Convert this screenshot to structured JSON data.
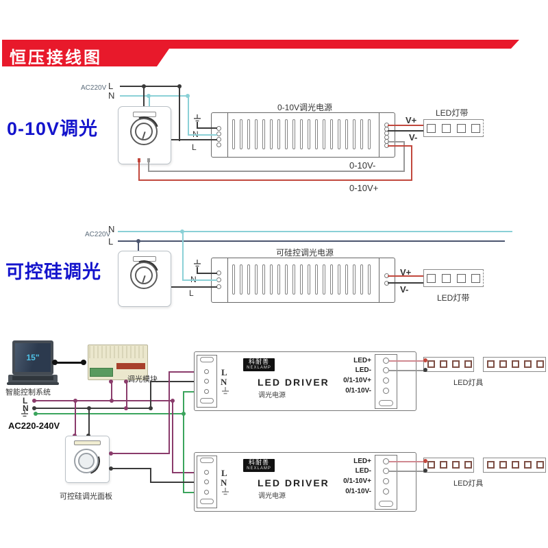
{
  "banner": {
    "title": "恒压接线图",
    "color": "#e8192b"
  },
  "section1": {
    "label": "0-10V调光",
    "ac": "AC220V",
    "l": "L",
    "n": "N",
    "psu_title": "0-10V调光电源",
    "psu_n": "N",
    "psu_l": "L",
    "v_plus": "V+",
    "v_minus": "V-",
    "dim_minus": "0-10V-",
    "dim_plus": "0-10V+",
    "strip_label": "LED灯带"
  },
  "section2": {
    "label": "可控硅调光",
    "ac": "AC220V",
    "n": "N",
    "l": "L",
    "psu_title": "可硅控调光电源",
    "psu_n": "N",
    "psu_l": "L",
    "v_plus": "V+",
    "v_minus": "V-",
    "strip_label": "LED灯带"
  },
  "section3": {
    "computer_screen": "15\"",
    "computer_label": "智能控制系统",
    "module_label": "调光模块",
    "mains_l": "L",
    "mains_n": "N",
    "mains_ac": "AC220-240V",
    "dimmer_label": "可控硅调光面板",
    "strip_label": "LED灯具",
    "driver": {
      "logo_cn": "科耐善",
      "logo_en": "NEXLAMP",
      "title": "LED DRIVER",
      "subtitle": "调光电源",
      "t_l": "L",
      "t_n": "N",
      "led_plus": "LED+",
      "led_minus": "LED-",
      "v10_plus": "0/1-10V+",
      "v10_minus": "0/1-10V-"
    }
  },
  "colors": {
    "banner_red": "#e8192b",
    "section_label_blue": "#1414cc",
    "wire_live_black": "#3a3a3a",
    "wire_neutral_cyan": "#8ad0d6",
    "wire_live_navy": "#4a546e",
    "wire_red": "#c1473c",
    "wire_gray": "#979797",
    "wire_maroon": "#8a3b6b",
    "wire_green": "#3aa45c",
    "wire_pink": "#d08890"
  }
}
